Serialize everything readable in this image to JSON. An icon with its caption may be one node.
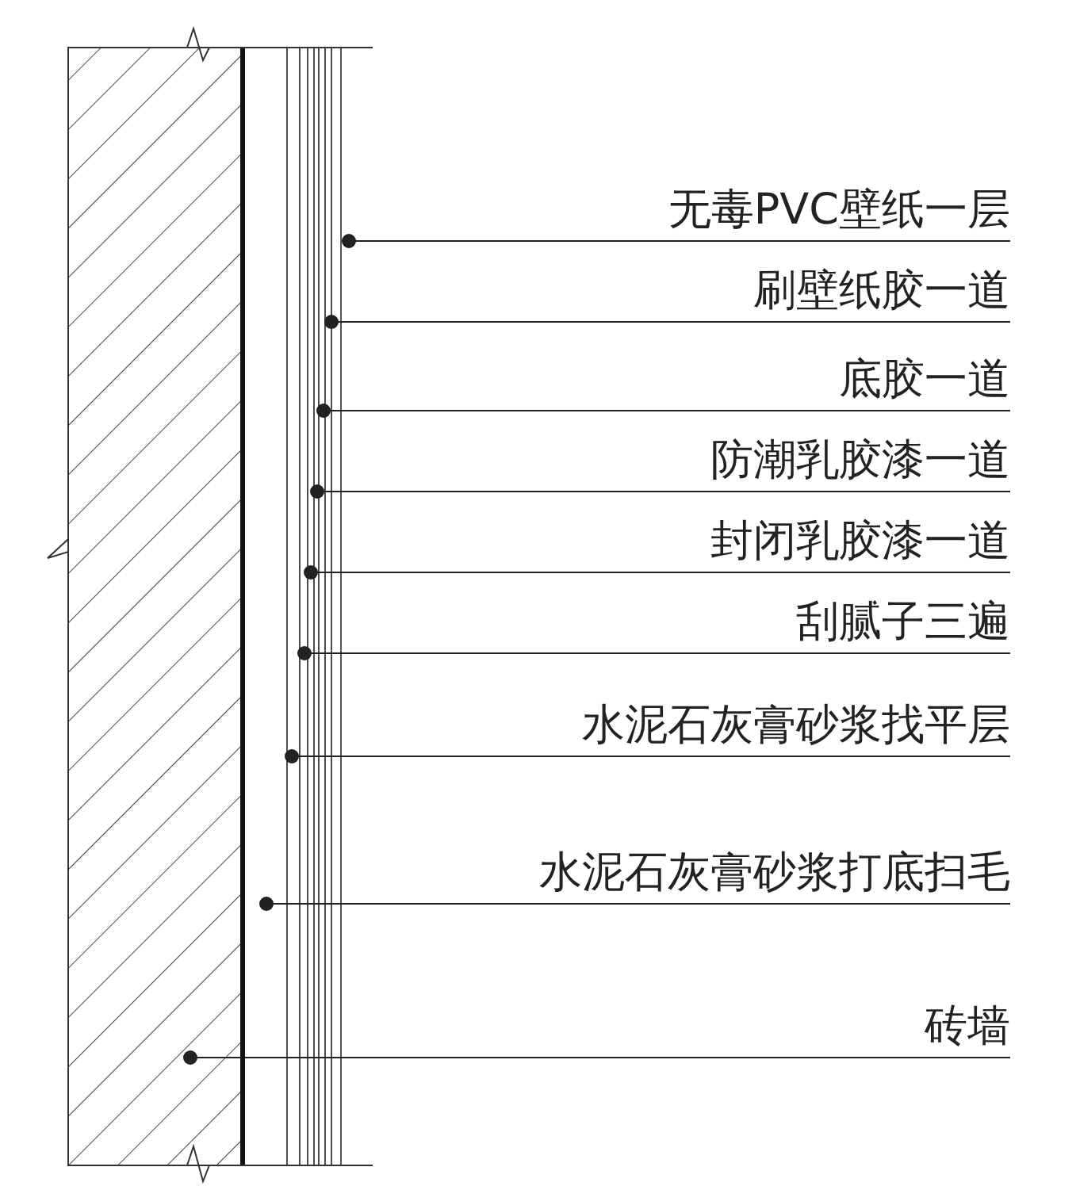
{
  "diagram": {
    "nodes": [
      {
        "text": [
          "无毒PVC壁纸一层"
        ]
      },
      {
        "text": [
          "刷壁纸胶一道"
        ]
      },
      {
        "text": [
          "底胶一道"
        ]
      },
      {
        "text": [
          "防潮乳胶漆一道"
        ]
      },
      {
        "text": [
          "封闭乳胶漆一道"
        ]
      },
      {
        "text": [
          "刮腻子三遍"
        ]
      },
      {
        "text": [
          "水泥石灰膏砂浆找平层"
        ]
      },
      {
        "text": [
          "水泥石灰膏砂浆打底扫毛"
        ]
      },
      {
        "text": [
          "砖墙"
        ]
      },
      {
        "text": [],
        "shape": "box"
      },
      {
        "text": [],
        "shape": "bar"
      },
      {
        "text": [],
        "shape": "bar"
      },
      {
        "text": [],
        "shape": "bar"
      },
      {
        "text": [],
        "shape": "bar"
      },
      {
        "text": [],
        "shape": "bar"
      },
      {
        "text": [],
        "shape": "bar"
      },
      {
        "text": [],
        "shape": "bar"
      },
      {
        "text": [],
        "shape": "bar"
      }
    ],
    "edges": [
      {
        "from": 0,
        "to": 17,
        "arrow": "other"
      },
      {
        "from": 1,
        "to": 16,
        "arrow": "other"
      },
      {
        "from": 2,
        "to": 15,
        "arrow": "other"
      },
      {
        "from": 3,
        "to": 14,
        "arrow": "other"
      },
      {
        "from": 4,
        "to": 13,
        "arrow": "other"
      },
      {
        "from": 5,
        "to": 12,
        "arrow": "other"
      },
      {
        "from": 6,
        "to": 11,
        "arrow": "other"
      },
      {
        "from": 7,
        "to": 10,
        "arrow": "other"
      },
      {
        "from": 8,
        "to": 9,
        "arrow": "other"
      }
    ]
  }
}
